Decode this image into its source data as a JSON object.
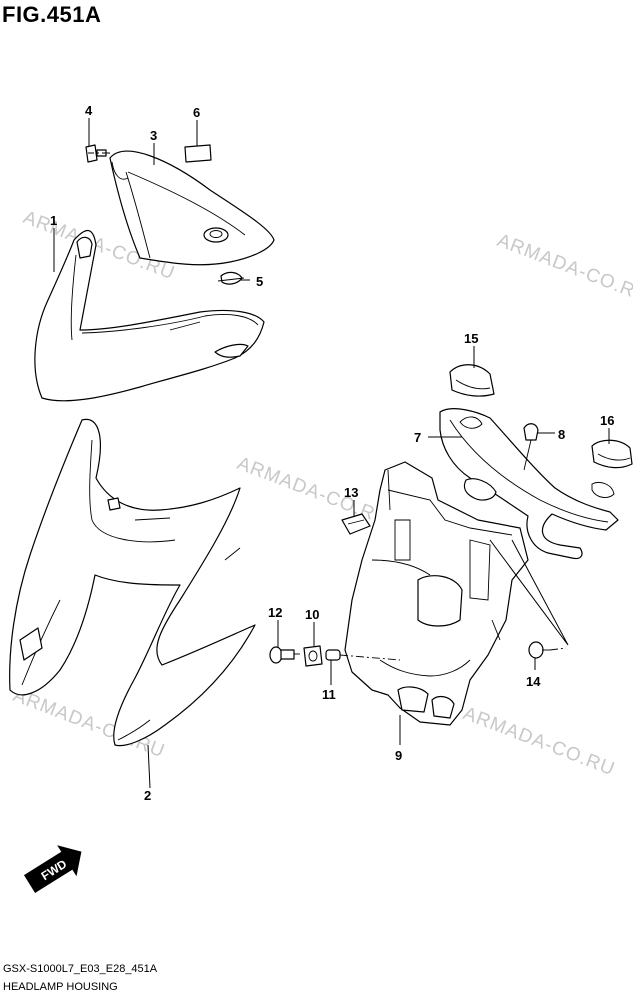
{
  "figure": {
    "title": "FIG.451A",
    "code": "GSX-S1000L7_E03_E28_451A",
    "name": "HEADLAMP HOUSING"
  },
  "watermark": "ARMADA-CO.RU",
  "fwd_label": "FWD",
  "callouts": {
    "p1": "1",
    "p2": "2",
    "p3": "3",
    "p4": "4",
    "p5": "5",
    "p6": "6",
    "p7": "7",
    "p8": "8",
    "p9": "9",
    "p10": "10",
    "p11": "11",
    "p12": "12",
    "p13": "13",
    "p14": "14",
    "p15": "15",
    "p16": "16"
  }
}
